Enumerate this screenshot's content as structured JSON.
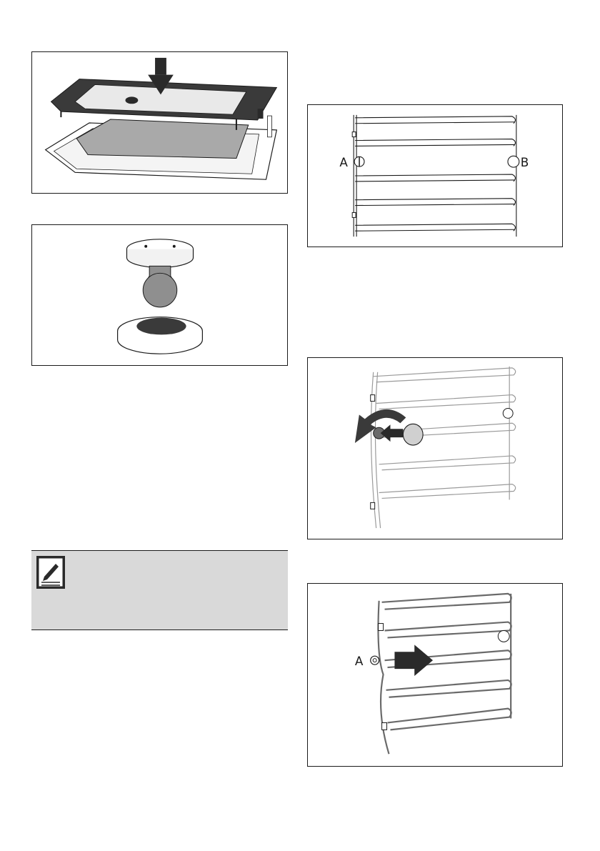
{
  "figures": {
    "door_glass": {
      "icon": "arrow-down-icon"
    },
    "gasket": {
      "icon": "gasket-icon"
    },
    "rack_ab": {
      "label_a": "A",
      "label_b": "B"
    },
    "rack_rotate": {
      "icon": "rotate-arrow-icon"
    },
    "rack_slide": {
      "label_a": "A"
    }
  },
  "note": {
    "icon": "note-pencil-icon",
    "text": ""
  },
  "colors": {
    "ink": "#1a1a1a",
    "note_bg": "#d9d9d9",
    "glass": "#e9e9e9",
    "dark": "#3a3a3a"
  }
}
